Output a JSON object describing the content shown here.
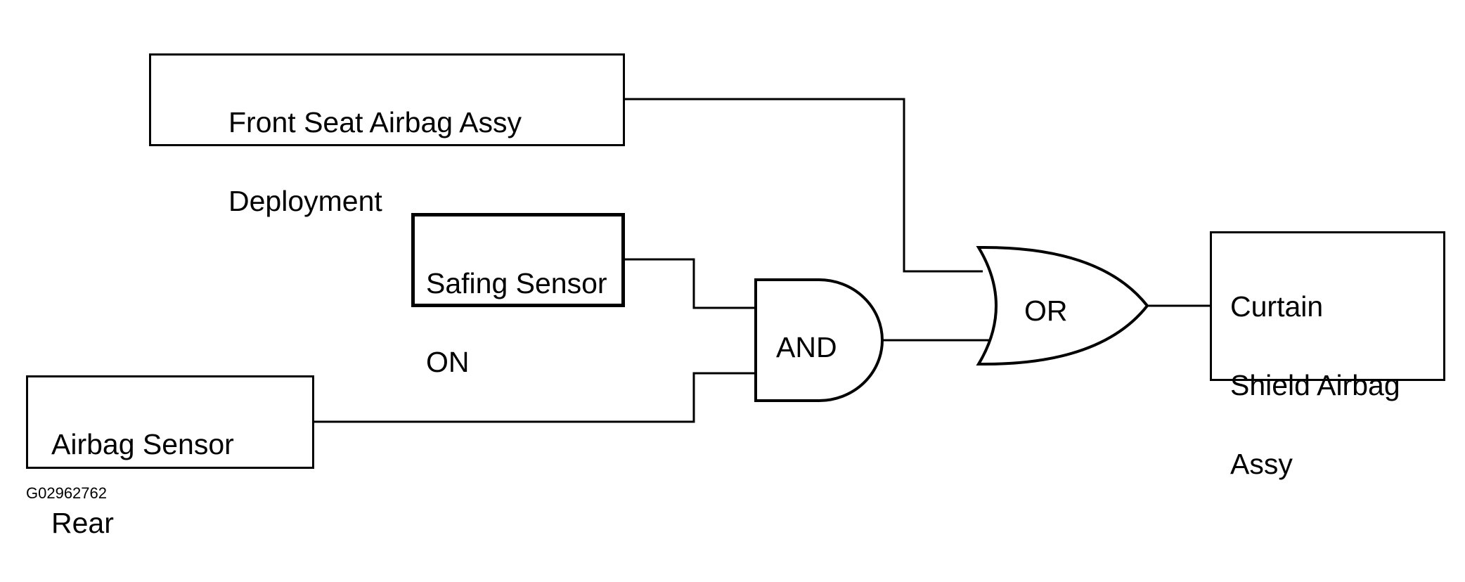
{
  "diagram": {
    "blocks": {
      "front_seat": {
        "line1": "Front Seat Airbag Assy",
        "line2": "Deployment"
      },
      "safing_sensor": {
        "line1": "Safing Sensor",
        "line2": "ON"
      },
      "airbag_sensor_rear": {
        "line1": "Airbag Sensor",
        "line2": "Rear"
      },
      "curtain_shield": {
        "line1": "Curtain",
        "line2": "Shield Airbag",
        "line3": "Assy"
      }
    },
    "gates": {
      "and_gate": {
        "label": "AND"
      },
      "or_gate": {
        "label": "OR"
      }
    },
    "figure_id": "G02962762"
  }
}
